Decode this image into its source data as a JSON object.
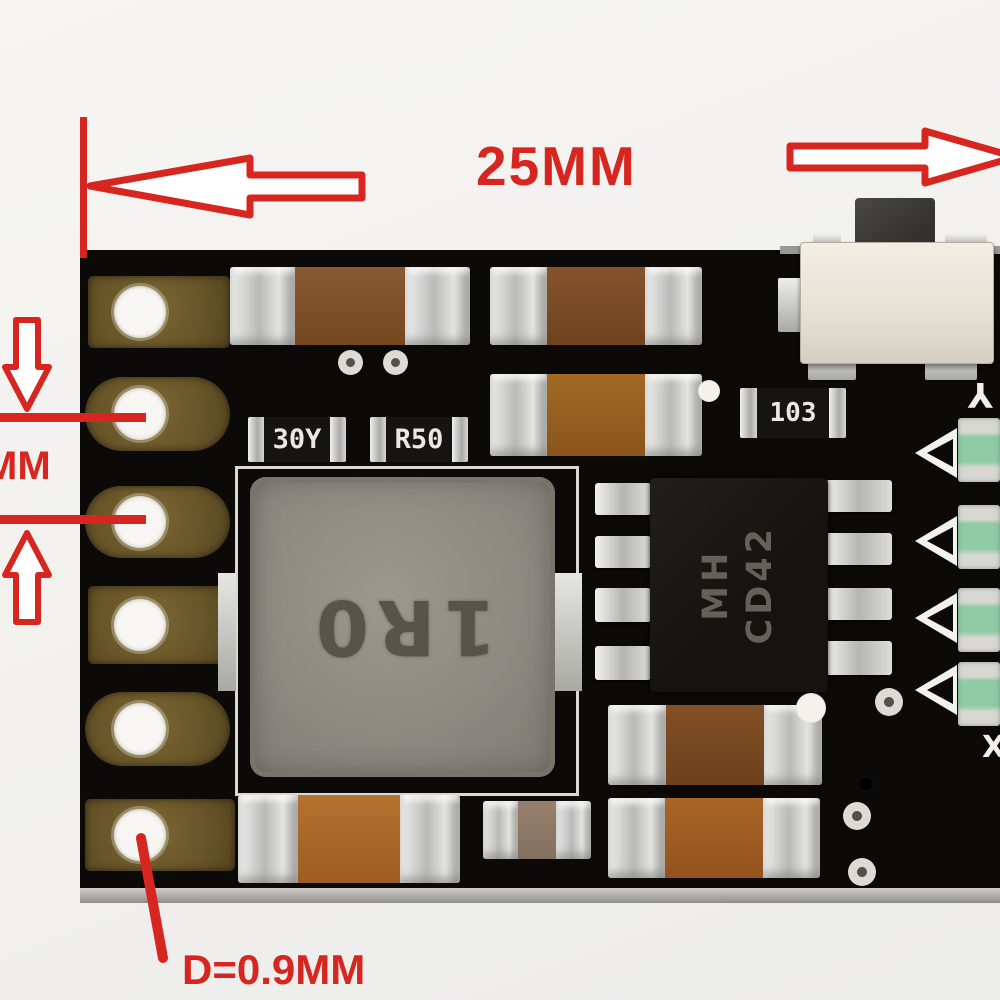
{
  "annotations": {
    "color": "#d6261f",
    "width_label": "25MM",
    "pitch_label": "MM",
    "hole_label": "D=0.9MM"
  },
  "board": {
    "surface_color": "#0c0a08",
    "gold_pad_color": "#6b5829",
    "left_pad_count": 6,
    "inductor_label": "1R0",
    "ic_label": [
      "MH",
      "CD42"
    ],
    "resistor_labels": [
      "30Y",
      "R50",
      "103"
    ],
    "silk_marks": [
      "Y",
      "X"
    ],
    "indicator_triangle_count": 4,
    "led_count": 4,
    "capacitor_color": "#7d4e28",
    "led_color": "#8fcba4"
  }
}
